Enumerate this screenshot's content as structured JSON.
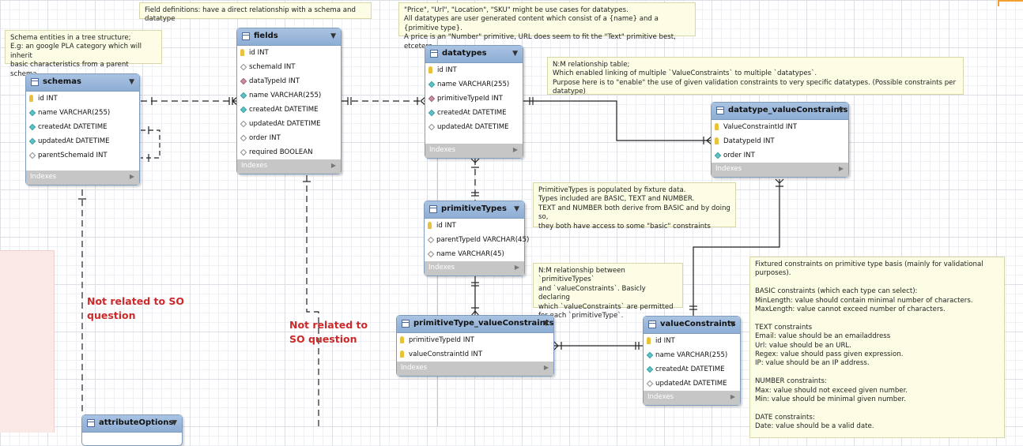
{
  "footer_label": "Indexes",
  "colors": {
    "header_top": "#a9c3e2",
    "header_bottom": "#8eaed4",
    "note_bg": "#fdfde6",
    "red_label": "#cc2a2a",
    "footer": "#c6c6c6"
  },
  "icons": {
    "key": "key-icon",
    "foreign_key": "diamond-icon",
    "not_null": "diamond-filled-icon",
    "nullable": "diamond-empty-icon"
  },
  "notes": {
    "field_definitions": "Field definitions: have a direct relationship with a schema and datatype",
    "datatype_cases": "\"Price\", \"Url\", \"Location\", \"SKU\" might be use cases for datatypes.\nAll datatypes are user generated content which consist of a {name} and a {primitive type}.\nA price is an \"Number\" primitive, URL does seem to fit the \"Text\" primitive best, etcetera.",
    "schema_tree": "Schema entities in a tree structure;\nE.g: an google PLA category which will inherit\nbasic characteristics from a parent schema.",
    "nm_datatypes": "N:M relationship table;\nWhich enabled linking of multiple `ValueConstraints` to multiple `datatypes`.\nPurpose here is to \"enable\" the use of given validation constraints to very specific datatypes. (Possible constraints per datatype)",
    "primitive_types": "PrimitiveTypes is populated by fixture data.\nTypes included are BASIC, TEXT and NUMBER.\nTEXT and NUMBER both derive from BASIC and by doing so,\nthey both have access to some \"basic\" constraints",
    "nm_primitive": "N:M relationship between `primitiveTypes`\nand `valueConstraints`. Basicly declaring\nwhich `valueConstraints` are permitted\nfor each `primitiveType`.",
    "fixtured_constraints": "Fixtured constraints on primitive type basis (mainly for validational purposes).\n\nBASIC constraints (which each type can select):\nMinLength: value should contain minimal number of characters.\nMaxLength: value cannot exceed number of characters.\n\nTEXT constraints\nEmail: value should be an emailaddress\nUrl: value should be an URL.\nRegex: value should pass given expression.\nIP: value should be an IP address.\n\nNUMBER constraints:\nMax: value should not exceed given number.\nMin: value should be minimal given number.\n\nDATE constraints:\nDate: value should be a valid date."
  },
  "labels": {
    "not_related_left": "Not related to SO\nquestion",
    "not_related_mid": "Not related to\nSO question"
  },
  "tables": {
    "schemas": {
      "title": "schemas",
      "columns": [
        {
          "text": "id INT",
          "mark": "key"
        },
        {
          "text": "name VARCHAR(255)",
          "mark": "nn"
        },
        {
          "text": "createdAt DATETIME",
          "mark": "nn"
        },
        {
          "text": "updatedAt DATETIME",
          "mark": "nn"
        },
        {
          "text": "parentSchemaId INT",
          "mark": "nul"
        }
      ]
    },
    "fields": {
      "title": "fields",
      "columns": [
        {
          "text": "id INT",
          "mark": "key"
        },
        {
          "text": "schemaId INT",
          "mark": "nul"
        },
        {
          "text": "dataTypeId INT",
          "mark": "fk"
        },
        {
          "text": "name VARCHAR(255)",
          "mark": "nn"
        },
        {
          "text": "createdAt DATETIME",
          "mark": "nn"
        },
        {
          "text": "updatedAt DATETIME",
          "mark": "nul"
        },
        {
          "text": "order INT",
          "mark": "nul"
        },
        {
          "text": "required BOOLEAN",
          "mark": "nul"
        }
      ]
    },
    "datatypes": {
      "title": "datatypes",
      "columns": [
        {
          "text": "id INT",
          "mark": "key"
        },
        {
          "text": "name VARCHAR(255)",
          "mark": "nn"
        },
        {
          "text": "primitiveTypeId INT",
          "mark": "fk"
        },
        {
          "text": "createdAt DATETIME",
          "mark": "nn"
        },
        {
          "text": "updatedAt DATETIME",
          "mark": "nul"
        }
      ]
    },
    "datatype_valueConstraints": {
      "title": "datatype_valueConstraints",
      "columns": [
        {
          "text": "ValueConstraintId INT",
          "mark": "key"
        },
        {
          "text": "DatatypeId INT",
          "mark": "key"
        },
        {
          "text": "order INT",
          "mark": "nn"
        }
      ]
    },
    "primitiveTypes": {
      "title": "primitiveTypes",
      "columns": [
        {
          "text": "id INT",
          "mark": "key"
        },
        {
          "text": "parentTypeId VARCHAR(45)",
          "mark": "nul"
        },
        {
          "text": "name VARCHAR(45)",
          "mark": "nul"
        }
      ]
    },
    "primitiveType_valueConstraints": {
      "title": "primitiveType_valueConstraints",
      "columns": [
        {
          "text": "primitiveTypeId INT",
          "mark": "key"
        },
        {
          "text": "valueConstraintId INT",
          "mark": "key"
        }
      ]
    },
    "valueConstraints": {
      "title": "valueConstraints",
      "columns": [
        {
          "text": "id INT",
          "mark": "key"
        },
        {
          "text": "name VARCHAR(255)",
          "mark": "nn"
        },
        {
          "text": "createdAt DATETIME",
          "mark": "nn"
        },
        {
          "text": "updatedAt DATETIME",
          "mark": "nul"
        }
      ]
    },
    "attributeOptions": {
      "title": "attributeOptions",
      "columns": []
    }
  }
}
